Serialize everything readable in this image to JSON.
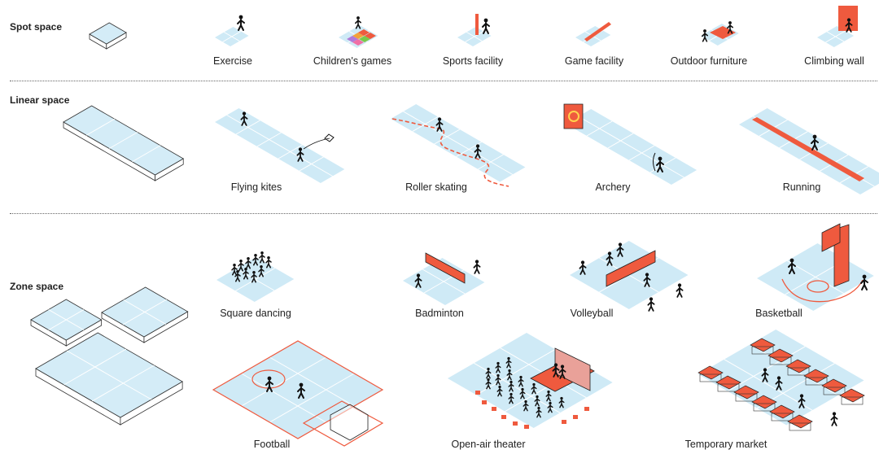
{
  "colors": {
    "floor": "#cfeaf6",
    "floorLine": "#ffffff",
    "accent": "#ef5a3e",
    "ink": "#111111",
    "slabTop": "#d4ecf7",
    "slabSide": "#ffffff"
  },
  "rows": {
    "spot": {
      "title": "Spot space",
      "items": [
        {
          "label": "Exercise",
          "icon": "exercise-icon"
        },
        {
          "label": "Children's games",
          "icon": "hopscotch-icon"
        },
        {
          "label": "Sports facility",
          "icon": "sports-facility-icon"
        },
        {
          "label": "Game facility",
          "icon": "seesaw-icon"
        },
        {
          "label": "Outdoor furniture",
          "icon": "bench-icon"
        },
        {
          "label": "Climbing wall",
          "icon": "climbing-wall-icon"
        }
      ]
    },
    "linear": {
      "title": "Linear space",
      "items": [
        {
          "label": "Flying kites",
          "icon": "kite-icon"
        },
        {
          "label": "Roller skating",
          "icon": "skating-icon"
        },
        {
          "label": "Archery",
          "icon": "archery-icon"
        },
        {
          "label": "Running",
          "icon": "running-icon"
        }
      ]
    },
    "zone": {
      "title": "Zone space",
      "items": [
        {
          "label": "Square dancing",
          "icon": "dancing-icon"
        },
        {
          "label": "Badminton",
          "icon": "badminton-icon"
        },
        {
          "label": "Volleyball",
          "icon": "volleyball-icon"
        },
        {
          "label": "Basketball",
          "icon": "basketball-icon"
        },
        {
          "label": "Football",
          "icon": "football-icon"
        },
        {
          "label": "Open-air theater",
          "icon": "theater-icon"
        },
        {
          "label": "Temporary market",
          "icon": "market-icon"
        }
      ]
    }
  }
}
